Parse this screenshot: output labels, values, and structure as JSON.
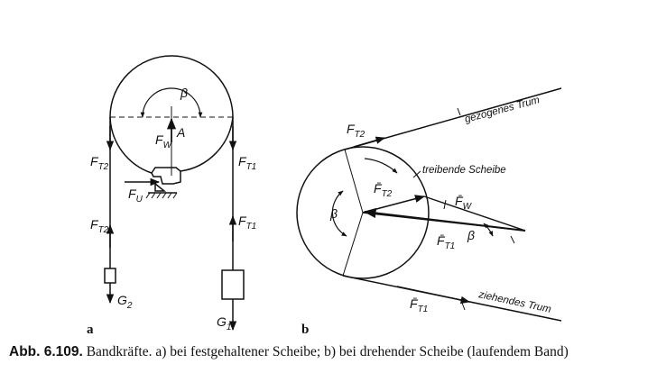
{
  "figure": {
    "panel_a": {
      "letter": "a",
      "beta": "β",
      "A": "A",
      "F_W": "F",
      "F_W_sub": "W",
      "F_U": "F",
      "F_U_sub": "U",
      "F_T2_top": "F",
      "F_T2_top_sub": "T2",
      "F_T1_top": "F",
      "F_T1_top_sub": "T1",
      "F_T2_bot": "F",
      "F_T2_bot_sub": "T2",
      "F_T1_bot": "F",
      "F_T1_bot_sub": "T1",
      "G2": "G",
      "G2_sub": "2",
      "G1": "G",
      "G1_sub": "1"
    },
    "panel_b": {
      "letter": "b",
      "beta_top": "β",
      "beta_tri": "β",
      "F_T2_strand": "F",
      "F_T2_strand_sub": "T2",
      "F_T2_tri": "F̄",
      "F_T2_tri_sub": "T2",
      "F_W": "F̄",
      "F_W_sub": "W",
      "F_T1_tri": "F̄",
      "F_T1_tri_sub": "T1",
      "F_T1_strand": "F̄",
      "F_T1_strand_sub": "T1",
      "gezogenes": "gezogenes Trum",
      "ziehendes": "ziehendes Trum",
      "treibende": "treibende Scheibe"
    }
  },
  "caption": {
    "number": "Abb. 6.109.",
    "text": "Bandkräfte. a) bei festgehaltener Scheibe; b) bei drehender Scheibe (laufendem Band)"
  }
}
